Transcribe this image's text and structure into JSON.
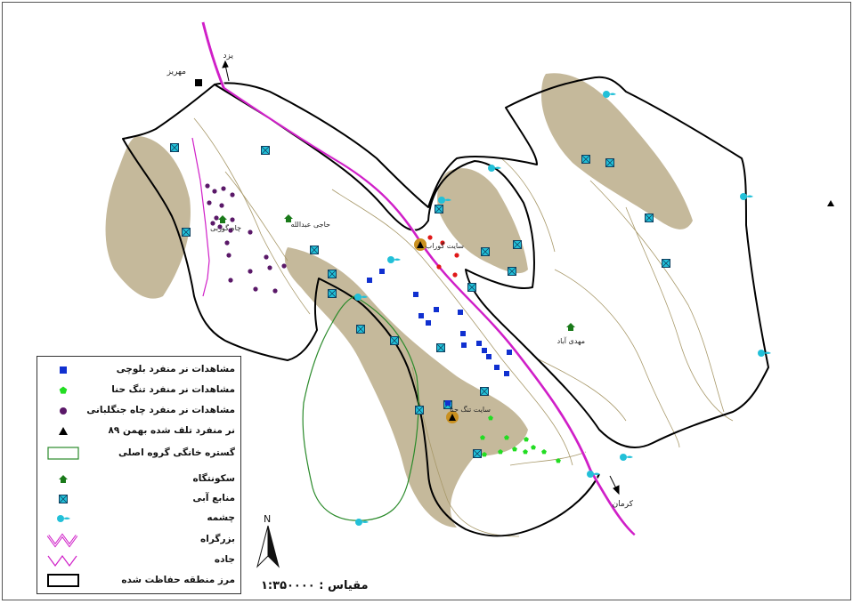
{
  "map": {
    "places": {
      "mehriz": "مهریز",
      "yazd": "یزد",
      "kerman": "کرمان",
      "haji_abdollah": "حاجی عبدالله",
      "chah_gorbi": "چاه گوربی",
      "site_garbad": "سایت گوراب",
      "site_tang_hana": "سایت تنگ حنا",
      "mehdi_abad": "مهدی آباد"
    },
    "colors": {
      "boundary": "#000000",
      "highway": "#d01fc8",
      "road": "#d01fc8",
      "contour": "#a8996a",
      "terrain": "#b2a27a",
      "home_range": "#2a8a2a",
      "baluchi": "#1030d0",
      "tang_hana": "#22dd22",
      "chah_jangalbani": "#5a1868",
      "red_points": "#e01818",
      "water": "#22c0d8",
      "settlement": "#1a7a1a"
    }
  },
  "legend": {
    "items": [
      {
        "label": "مشاهدات نر منفرد بلوچی",
        "symbol": "blue-square-icon"
      },
      {
        "label": "مشاهدات نر منفرد تنگ حنا",
        "symbol": "green-pentagon-icon"
      },
      {
        "label": "مشاهدات نر منفرد چاه جنگلبانی",
        "symbol": "purple-circle-icon"
      },
      {
        "label": "نر منفرد تلف شده بهمن ۸۹",
        "symbol": "black-triangle-icon"
      },
      {
        "label": "گستره خانگی گروه اصلی",
        "symbol": "green-rectangle-icon"
      },
      {
        "label": "سکونتگاه",
        "symbol": "settlement-icon"
      },
      {
        "label": "منابع آبی",
        "symbol": "water-source-icon"
      },
      {
        "label": "چشمه",
        "symbol": "spring-icon"
      },
      {
        "label": "بزرگراه",
        "symbol": "highway-icon"
      },
      {
        "label": "جاده",
        "symbol": "road-icon"
      },
      {
        "label": "مرز منطقه حفاظت شده",
        "symbol": "boundary-icon"
      }
    ]
  },
  "scale": {
    "label": "مقیاس : ۱:۳۵۰۰۰۰"
  },
  "north": {
    "label": "N"
  }
}
